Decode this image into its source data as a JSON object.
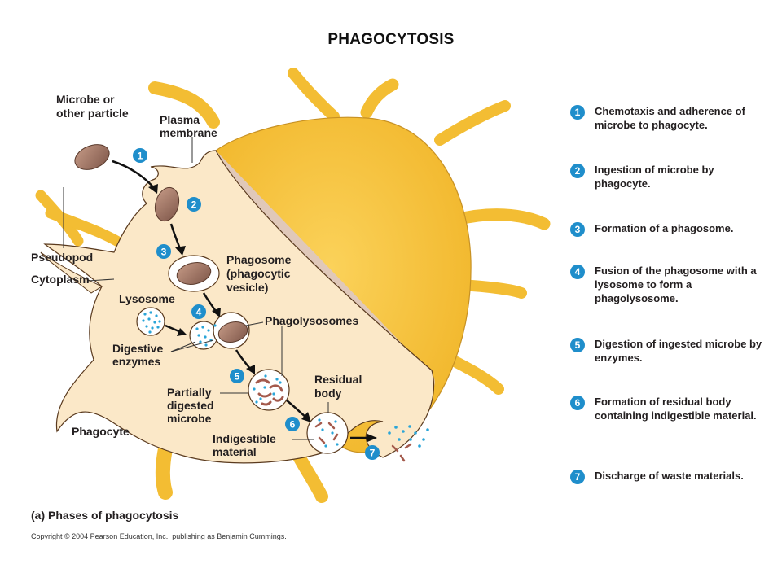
{
  "title": "PHAGOCYTOSIS",
  "labels": {
    "microbe": [
      "Microbe or",
      "other particle"
    ],
    "plasma_membrane": [
      "Plasma",
      "membrane"
    ],
    "pseudopod": "Pseudopod",
    "cytoplasm": "Cytoplasm",
    "phagosome": [
      "Phagosome",
      "(phagocytic",
      "vesicle)"
    ],
    "lysosome": "Lysosome",
    "phagolysosomes": "Phagolysosomes",
    "digestive_enzymes": [
      "Digestive",
      "enzymes"
    ],
    "residual_body": [
      "Residual",
      "body"
    ],
    "partially_digested": [
      "Partially",
      "digested",
      "microbe"
    ],
    "indigestible": [
      "Indigestible",
      "material"
    ],
    "phagocyte": "Phagocyte"
  },
  "badges": [
    "1",
    "2",
    "3",
    "4",
    "5",
    "6",
    "7"
  ],
  "steps": [
    {
      "num": "1",
      "text": "Chemotaxis and adherence of microbe to phagocyte."
    },
    {
      "num": "2",
      "text": "Ingestion of microbe by phagocyte."
    },
    {
      "num": "3",
      "text": "Formation of a phagosome."
    },
    {
      "num": "4",
      "text": "Fusion of the phagosome with a lysosome to form a phagolysosome."
    },
    {
      "num": "5",
      "text": "Digestion of ingested microbe by enzymes."
    },
    {
      "num": "6",
      "text": "Formation of residual body containing indigestible material."
    },
    {
      "num": "7",
      "text": "Discharge of waste materials."
    }
  ],
  "caption": {
    "tag": "(a)",
    "text": "Phases of phagocytosis"
  },
  "copyright": "Copyright © 2004 Pearson Education, Inc., publishing as Benjamin Cummings.",
  "colors": {
    "cell_body": "#fbe8c8",
    "cell_outer": "#f7c43a",
    "cell_shadow": "#e0c8b9",
    "microbe": "#a47766",
    "enzyme": "#2aa5d8",
    "badge": "#1f8ecb"
  }
}
